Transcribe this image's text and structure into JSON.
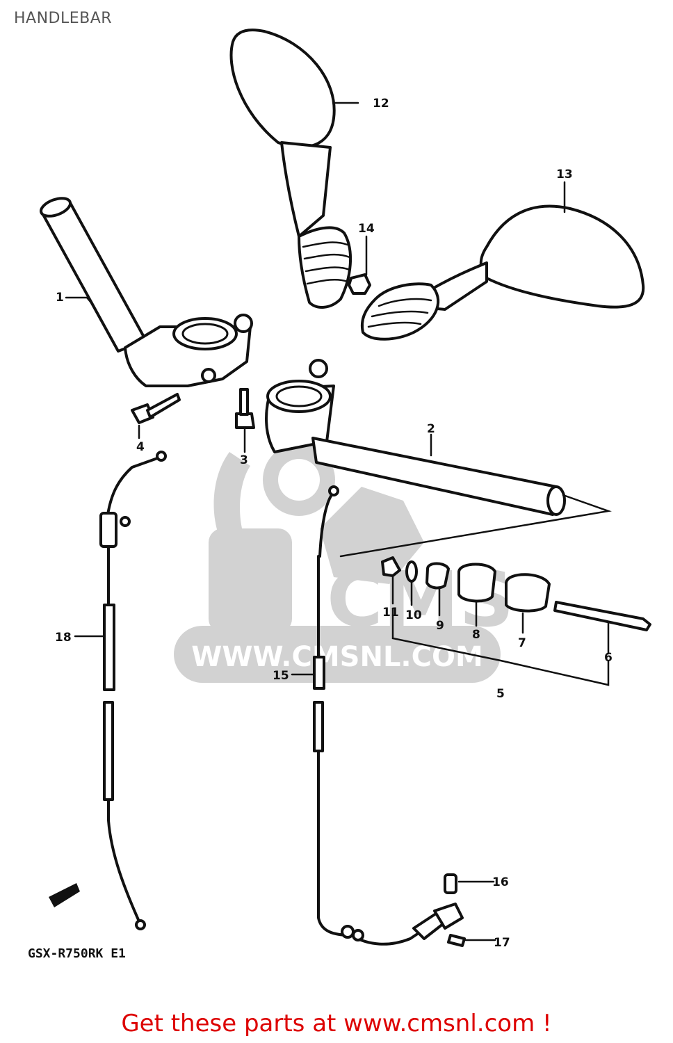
{
  "header": {
    "title": "HANDLEBAR"
  },
  "watermark": {
    "text": "WWW.CMSNL.COM",
    "letters": "CMS"
  },
  "diagram": {
    "model_code": "GSX-R750RK E1",
    "callouts": {
      "c1": "1",
      "c2": "2",
      "c3": "3",
      "c4": "4",
      "c5": "5",
      "c6a": "6",
      "c6b": "6",
      "c7": "7",
      "c8": "8",
      "c9": "9",
      "c10": "10",
      "c11": "11",
      "c12": "12",
      "c13": "13",
      "c14": "14",
      "c15": "15",
      "c16": "16",
      "c17": "17",
      "c18": "18"
    }
  },
  "footer": {
    "cta": "Get these parts at www.cmsnl.com !",
    "color": "#dd0000"
  }
}
